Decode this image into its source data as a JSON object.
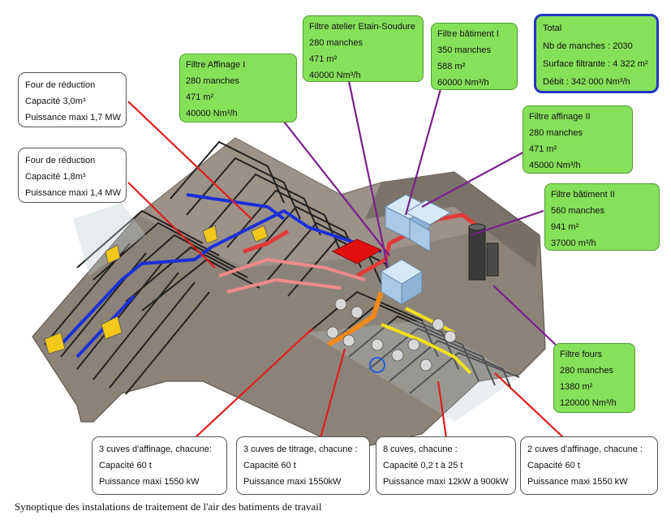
{
  "caption": "Synoptique des instalations de traitement de l'air des batiments de travail",
  "colors": {
    "filter_box": "#86e05a",
    "total_border": "#2434c4",
    "arrow_red": "#e11d1d",
    "arrow_purple": "#7a1f8c",
    "duct_blue": "#1d2fd6",
    "duct_red": "#e23a3a",
    "duct_pink": "#f08a8a",
    "duct_orange": "#f08a1c",
    "duct_yellow": "#f0e21a",
    "floor": "#8c8378"
  },
  "total": {
    "title": "Total",
    "line1": "Nb de manches : 2030",
    "line2": "Surface filtrante : 4 322 m²",
    "line3": "Débit : 342 000 Nm³/h"
  },
  "furnaces": [
    {
      "title": "Four de réduction",
      "capacity": "Capacité 3,0m³",
      "power": "Puissance maxi 1,7 MW"
    },
    {
      "title": "Four de réduction",
      "capacity": "Capacité 1,8m³",
      "power": "Puissance maxi 1,4 MW"
    }
  ],
  "filters": {
    "affinage1": {
      "name": "Filtre Affinage I",
      "sleeves": "280 manches",
      "surface": "471 m²",
      "flow": "40000 Nm³/h"
    },
    "etain": {
      "name": "Filtre atelier Etain-Soudure",
      "sleeves": "280 manches",
      "surface": "471 m²",
      "flow": "40000 Nm³/h"
    },
    "batiment1": {
      "name": "Filtre bâtiment I",
      "sleeves": "350 manches",
      "surface": "588 m²",
      "flow": "60000 Nm³/h"
    },
    "affinage2": {
      "name": "Filtre affinage II",
      "sleeves": "280 manches",
      "surface": "471 m²",
      "flow": "45000 Nm³/h"
    },
    "batiment2": {
      "name": "Filtre bâtiment II",
      "sleeves": "560 manches",
      "surface": "941 m²",
      "flow": "37000 m³/h"
    },
    "fours": {
      "name": "Filtre fours",
      "sleeves": "280 manches",
      "surface": "1380 m²",
      "flow": "120000 Nm³/h"
    }
  },
  "tanks": [
    {
      "title": "3 cuves d'affinage, chacune:",
      "capacity": "Capacité 60 t",
      "power": "Puissance maxi 1550 kW"
    },
    {
      "title": "3 cuves de titrage, chacune :",
      "capacity": "Capacité 60 t",
      "power": "Puissance maxi 1550kW"
    },
    {
      "title": "8 cuves, chacune :",
      "capacity": "Capacité 0,2 t à 25 t",
      "power": "Puissance maxi  12kW à 900kW"
    },
    {
      "title": "2 cuves d'affinage, chacune :",
      "capacity": "Capacité 60 t",
      "power": "Puissance maxi 1550 kW"
    }
  ]
}
